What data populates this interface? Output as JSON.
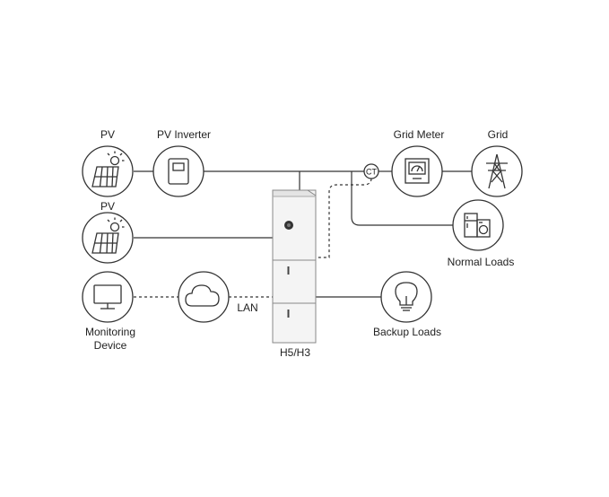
{
  "labels": {
    "pv_top": "PV",
    "pv_inverter": "PV Inverter",
    "grid_meter": "Grid Meter",
    "grid": "Grid",
    "pv_mid": "PV",
    "normal_loads": "Normal Loads",
    "monitoring_line1": "Monitoring",
    "monitoring_line2": "Device",
    "lan": "LAN",
    "backup_loads": "Backup Loads",
    "system": "H5/H3",
    "ct": "CT"
  },
  "icons": {
    "pv_top": "solar-panel-icon",
    "pv_inverter": "inverter-icon",
    "ct": "ct-clamp-icon",
    "grid_meter": "meter-icon",
    "grid": "transmission-tower-icon",
    "pv_mid": "solar-panel-icon",
    "normal_loads": "appliance-icon",
    "monitoring": "monitor-icon",
    "cloud": "cloud-icon",
    "backup_loads": "lightbulb-icon"
  }
}
